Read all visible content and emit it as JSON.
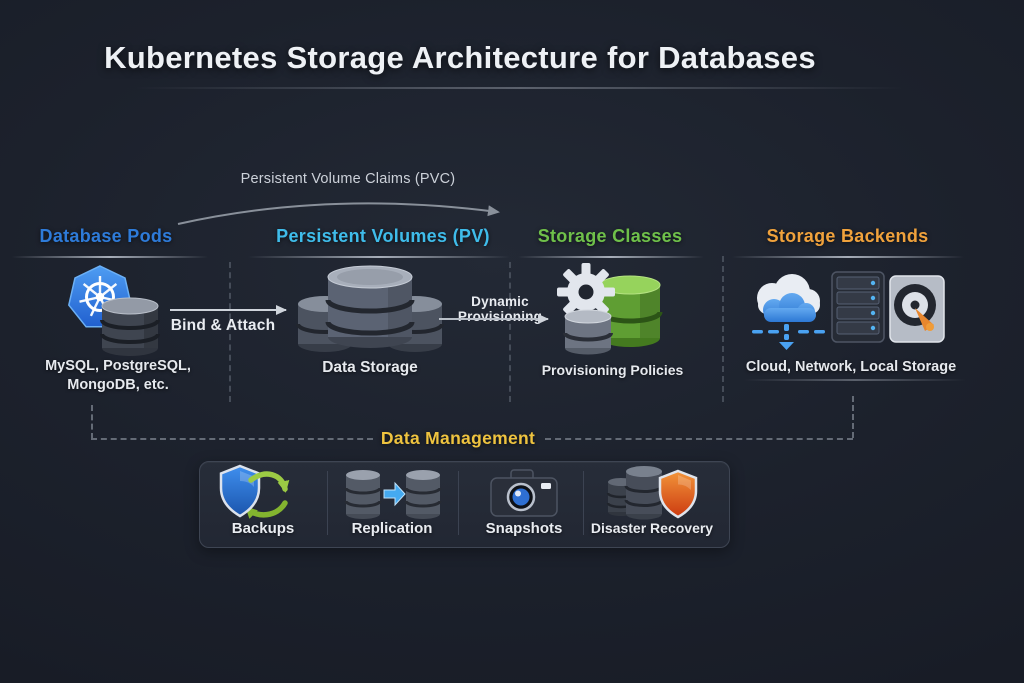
{
  "title": "Kubernetes Storage Architecture for Databases",
  "flow": {
    "pvc_label": "Persistent Volume Claims (PVC)",
    "bind_label": "Bind & Attach",
    "provisioning_label": "Dynamic Provisioning"
  },
  "columns": [
    {
      "label": "Database Pods",
      "color": "#2e7bd9",
      "caption": "MySQL, PostgreSQL, MongoDB, etc.",
      "icon": "kubernetes-database-icon"
    },
    {
      "label": "Persistent Volumes (PV)",
      "color": "#3fbcea",
      "caption": "Data Storage",
      "icon": "stacked-cylinders-icon"
    },
    {
      "label": "Storage Classes",
      "color": "#6fc04a",
      "caption": "Provisioning Policies",
      "icon": "gear-database-icon"
    },
    {
      "label": "Storage Backends",
      "color": "#f0a23c",
      "caption": "Cloud, Network, Local Storage",
      "icon": "cloud-server-disk-icon"
    }
  ],
  "data_management": {
    "label": "Data Management",
    "color": "#eec33f",
    "items": [
      {
        "label": "Backups",
        "icon": "shield-refresh-icon"
      },
      {
        "label": "Replication",
        "icon": "database-replication-icon"
      },
      {
        "label": "Snapshots",
        "icon": "camera-icon"
      },
      {
        "label": "Disaster Recovery",
        "icon": "database-shield-icon"
      }
    ]
  }
}
